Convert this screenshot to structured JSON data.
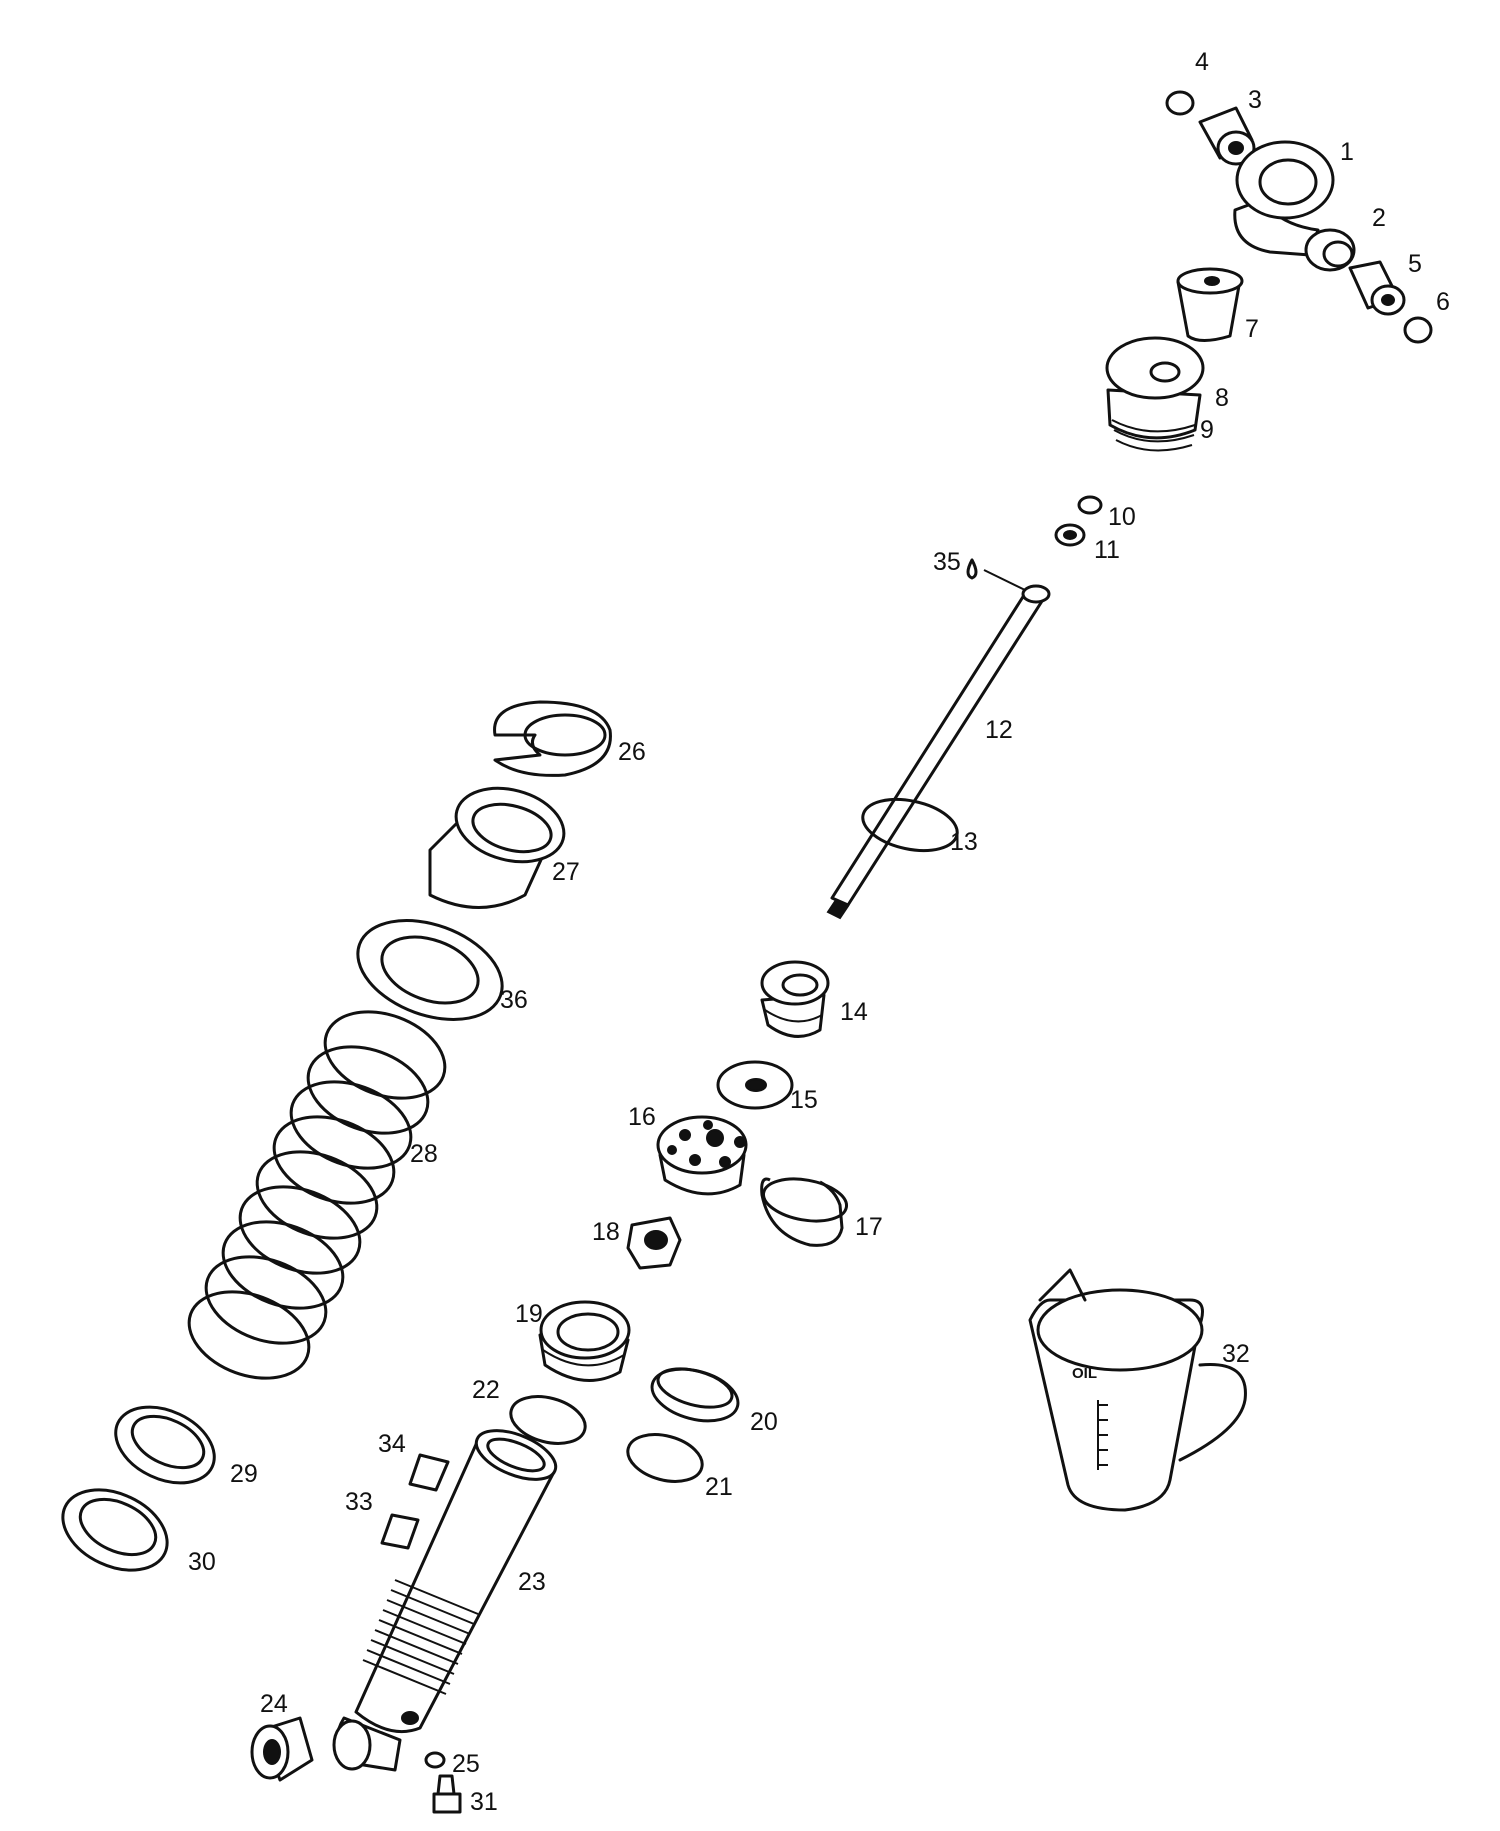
{
  "callouts": [
    {
      "id": "1",
      "text": "1"
    },
    {
      "id": "2",
      "text": "2"
    },
    {
      "id": "3",
      "text": "3"
    },
    {
      "id": "4",
      "text": "4"
    },
    {
      "id": "5",
      "text": "5"
    },
    {
      "id": "6",
      "text": "6"
    },
    {
      "id": "7",
      "text": "7"
    },
    {
      "id": "8",
      "text": "8"
    },
    {
      "id": "9",
      "text": "9"
    },
    {
      "id": "10",
      "text": "10"
    },
    {
      "id": "11",
      "text": "11"
    },
    {
      "id": "12",
      "text": "12"
    },
    {
      "id": "13",
      "text": "13"
    },
    {
      "id": "14",
      "text": "14"
    },
    {
      "id": "15",
      "text": "15"
    },
    {
      "id": "16",
      "text": "16"
    },
    {
      "id": "17",
      "text": "17"
    },
    {
      "id": "18",
      "text": "18"
    },
    {
      "id": "19",
      "text": "19"
    },
    {
      "id": "20",
      "text": "20"
    },
    {
      "id": "21",
      "text": "21"
    },
    {
      "id": "22",
      "text": "22"
    },
    {
      "id": "23",
      "text": "23"
    },
    {
      "id": "24",
      "text": "24"
    },
    {
      "id": "25",
      "text": "25"
    },
    {
      "id": "26",
      "text": "26"
    },
    {
      "id": "27",
      "text": "27"
    },
    {
      "id": "28",
      "text": "28"
    },
    {
      "id": "29",
      "text": "29"
    },
    {
      "id": "30",
      "text": "30"
    },
    {
      "id": "31",
      "text": "31"
    },
    {
      "id": "32",
      "text": "32"
    },
    {
      "id": "33",
      "text": "33"
    },
    {
      "id": "34",
      "text": "34"
    },
    {
      "id": "35",
      "text": "35"
    },
    {
      "id": "36",
      "text": "36"
    }
  ],
  "cup_label": "OIL",
  "colors": {
    "ink": "#111111",
    "paper": "#ffffff"
  }
}
